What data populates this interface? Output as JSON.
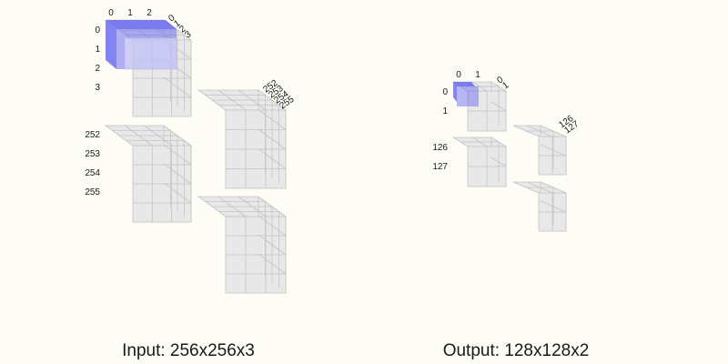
{
  "colors": {
    "background": "#fdfcf5",
    "cube_face": "#e8e8e8",
    "cube_edge": "#c4c4c4",
    "highlight": "#6f6ff0"
  },
  "input": {
    "caption": "Input: 256x256x3",
    "col_labels": [
      "0",
      "1",
      "2"
    ],
    "row_labels_top": [
      "0",
      "1",
      "2",
      "3"
    ],
    "depth_labels_top": [
      "0",
      "1",
      "2",
      "3"
    ],
    "row_labels_bottom": [
      "252",
      "253",
      "254",
      "255"
    ],
    "depth_labels_bottom": [
      "252",
      "253",
      "254",
      "255"
    ]
  },
  "output": {
    "caption": "Output: 128x128x2",
    "col_labels": [
      "0",
      "1"
    ],
    "row_labels_top": [
      "0",
      "1"
    ],
    "depth_labels_top": [
      "0",
      "1"
    ],
    "row_labels_bottom": [
      "126",
      "127"
    ],
    "depth_labels_bottom": [
      "126",
      "127"
    ]
  }
}
